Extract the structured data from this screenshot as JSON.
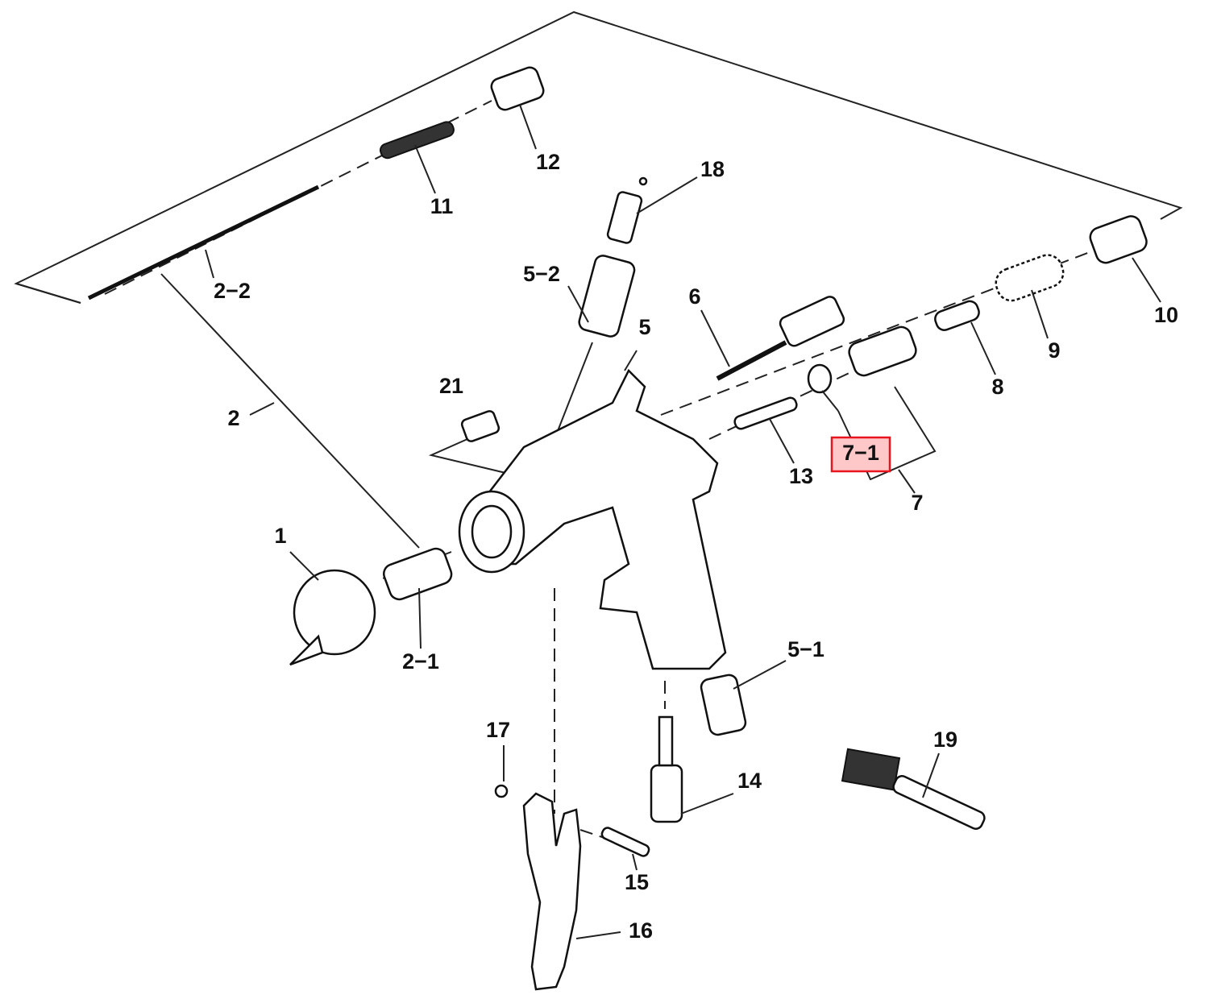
{
  "diagram": {
    "title": "Spray gun exploded parts diagram",
    "highlight_color": "#e8141e",
    "highlighted_part": "7-1",
    "labels": {
      "p1": "1",
      "p2": "2",
      "p2_1": "2−1",
      "p2_2": "2−2",
      "p5": "5",
      "p5_1": "5−1",
      "p5_2": "5−2",
      "p6": "6",
      "p7": "7",
      "p7_1": "7−1",
      "p8": "8",
      "p9": "9",
      "p10": "10",
      "p11": "11",
      "p12": "12",
      "p13": "13",
      "p14": "14",
      "p15": "15",
      "p16": "16",
      "p17": "17",
      "p18": "18",
      "p19": "19",
      "p21": "21"
    }
  }
}
